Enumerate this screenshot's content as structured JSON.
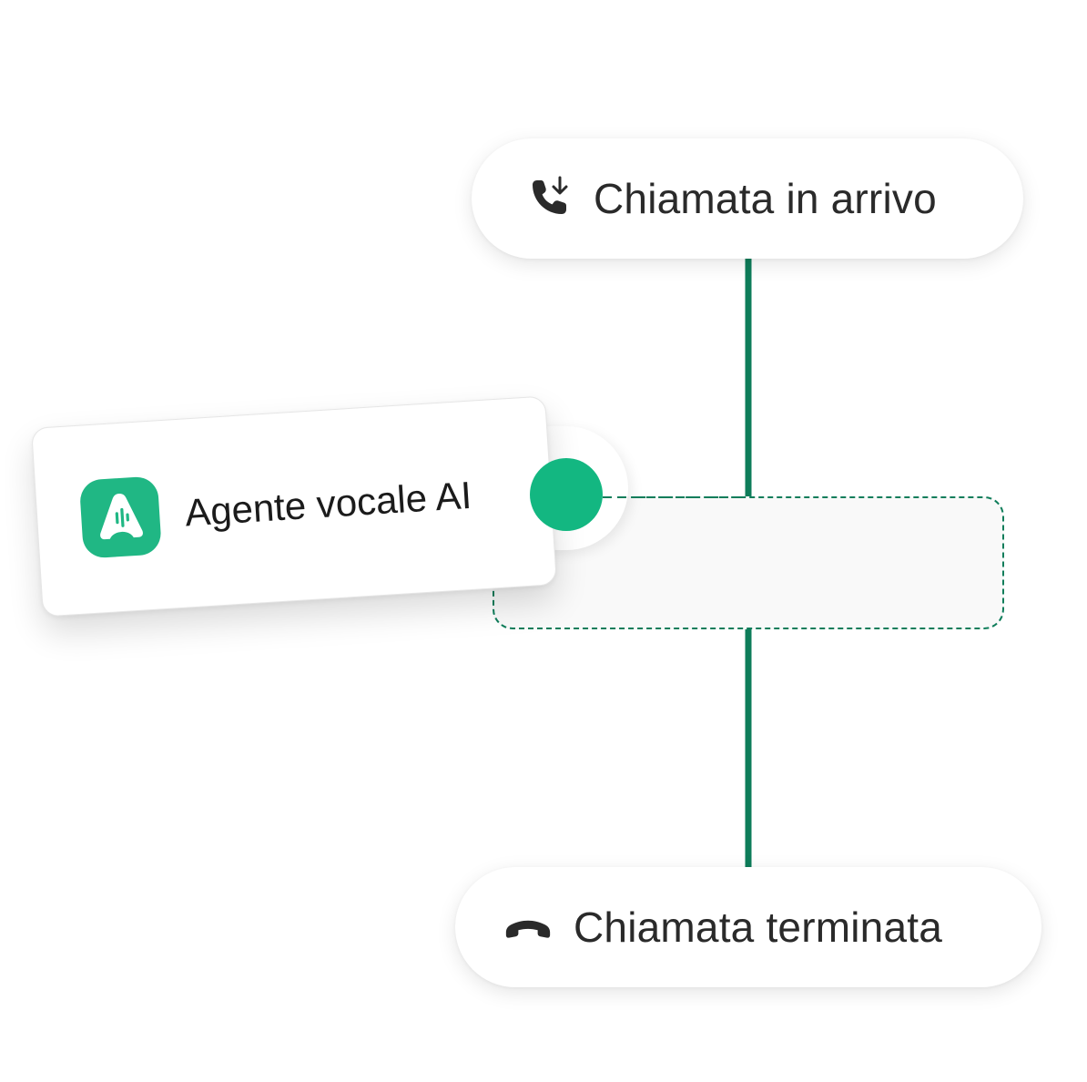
{
  "nodes": {
    "incoming_call": {
      "label": "Chiamata in arrivo",
      "icon": "incoming-call-icon"
    },
    "voice_agent": {
      "label": "Agente vocale AI",
      "icon": "ai-voice-agent-icon"
    },
    "call_ended": {
      "label": "Chiamata terminata",
      "icon": "hang-up-icon"
    }
  },
  "colors": {
    "connector": "#0e7d5a",
    "accent": "#20b784",
    "port": "#13b781",
    "text": "#2a2a2a"
  }
}
